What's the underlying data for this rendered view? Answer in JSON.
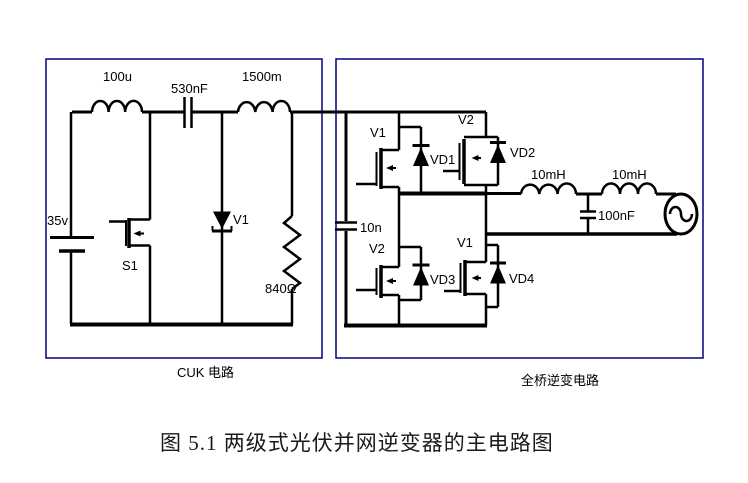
{
  "figure": {
    "caption": "图 5.1 两级式光伏并网逆变器的主电路图"
  },
  "cuk_section": {
    "label": "CUK 电路",
    "components": {
      "input_inductor": "100u",
      "coupling_capacitor": "530nF",
      "output_inductor": "1500m",
      "source_voltage": "35v",
      "switch": "S1",
      "freewheel_diode": "V1",
      "load_resistor": "840Ω"
    }
  },
  "inverter_section": {
    "label": "全桥逆变电路",
    "components": {
      "dc_link_capacitor": "10n",
      "mosfet_top_left": "V1",
      "mosfet_top_right": "V2",
      "mosfet_bottom_left": "V2",
      "mosfet_bottom_right": "V1",
      "diode_top_left": "VD1",
      "diode_top_right": "VD2",
      "diode_bottom_left": "VD3",
      "diode_bottom_right": "VD4",
      "filter_inductor_1": "10mH",
      "filter_inductor_2": "10mH",
      "filter_capacitor": "100nF"
    }
  },
  "colors": {
    "box_border": "#000080",
    "wire": "#000000",
    "text": "#000000"
  }
}
